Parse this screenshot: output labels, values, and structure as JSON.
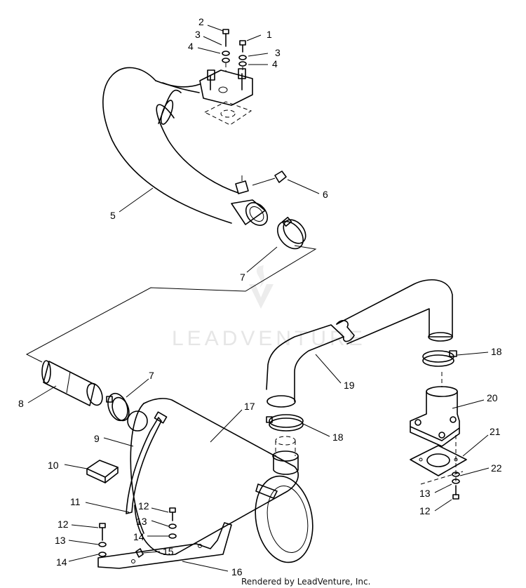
{
  "watermark": "LEADVENTURE",
  "credit": "Rendered by LeadVenture, Inc.",
  "callouts": [
    "1",
    "2",
    "3",
    "3",
    "4",
    "4",
    "5",
    "6",
    "7",
    "7",
    "8",
    "9",
    "10",
    "11",
    "12",
    "12",
    "12",
    "13",
    "13",
    "13",
    "14",
    "14",
    "15",
    "16",
    "17",
    "18",
    "18",
    "19",
    "20",
    "21",
    "22"
  ]
}
